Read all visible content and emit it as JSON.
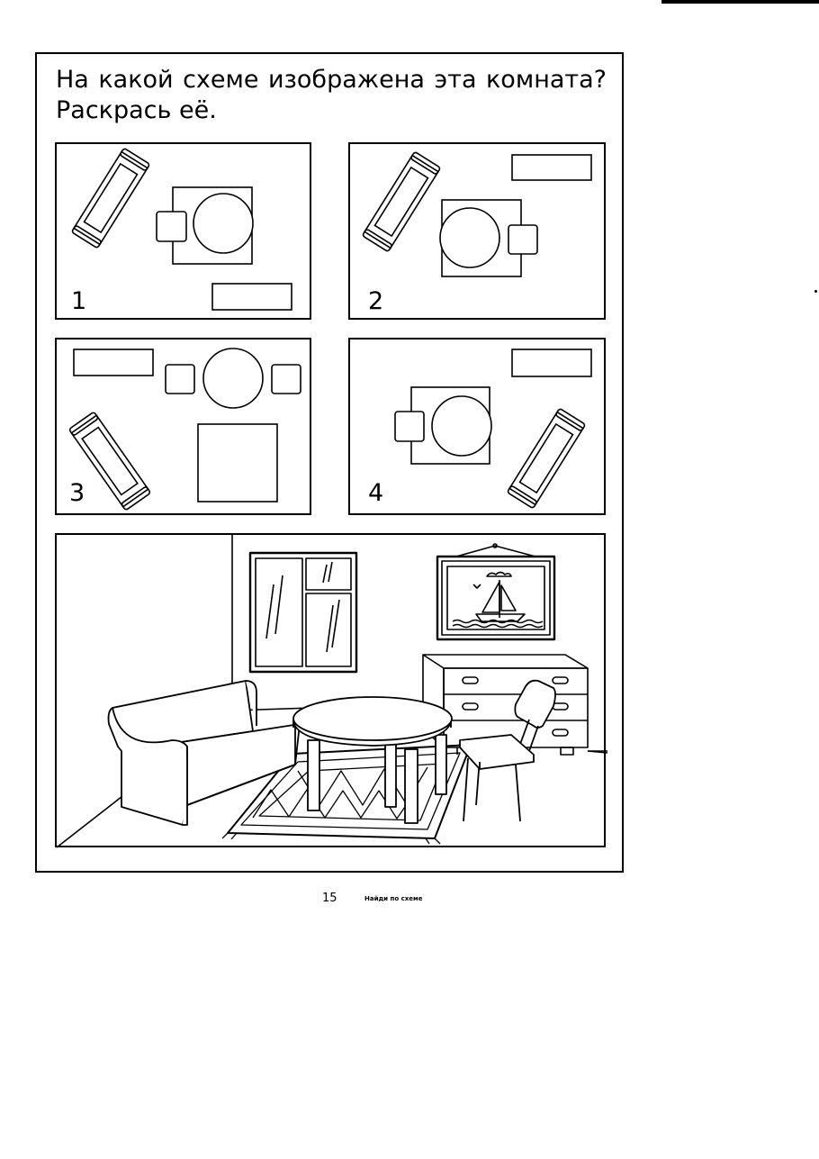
{
  "question": {
    "line1": "На какой схеме изображена эта комната?",
    "line2": "Раскрась её."
  },
  "schemes": [
    {
      "number": "1"
    },
    {
      "number": "2"
    },
    {
      "number": "3"
    },
    {
      "number": "4"
    }
  ],
  "footer": {
    "page_number": "15",
    "caption": "Найди по схеме"
  },
  "picture": {
    "objects": [
      "window-icon",
      "sailboat-painting-icon",
      "chest-of-drawers-icon",
      "sofa-icon",
      "round-table-icon",
      "chair-icon",
      "rug-icon"
    ]
  }
}
